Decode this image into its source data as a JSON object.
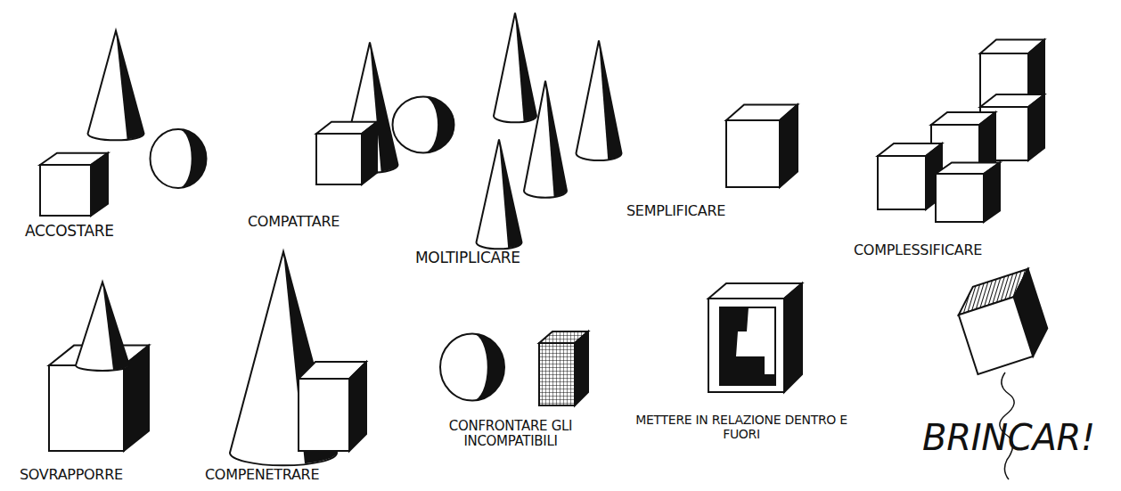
{
  "diagram": {
    "labels": [
      "ACCOSTARE",
      "COMPATTARE",
      "MOLTIPLICARE",
      "SEMPLIFICARE",
      "COMPLESSIFICARE",
      "SOVRAPPORRE",
      "COMPENETRARE",
      "CONFRONTARE GLI INCOMPATIBILI",
      "METTERE IN RELAZIONE DENTRO E FUORI",
      "BRINCAR!"
    ]
  }
}
